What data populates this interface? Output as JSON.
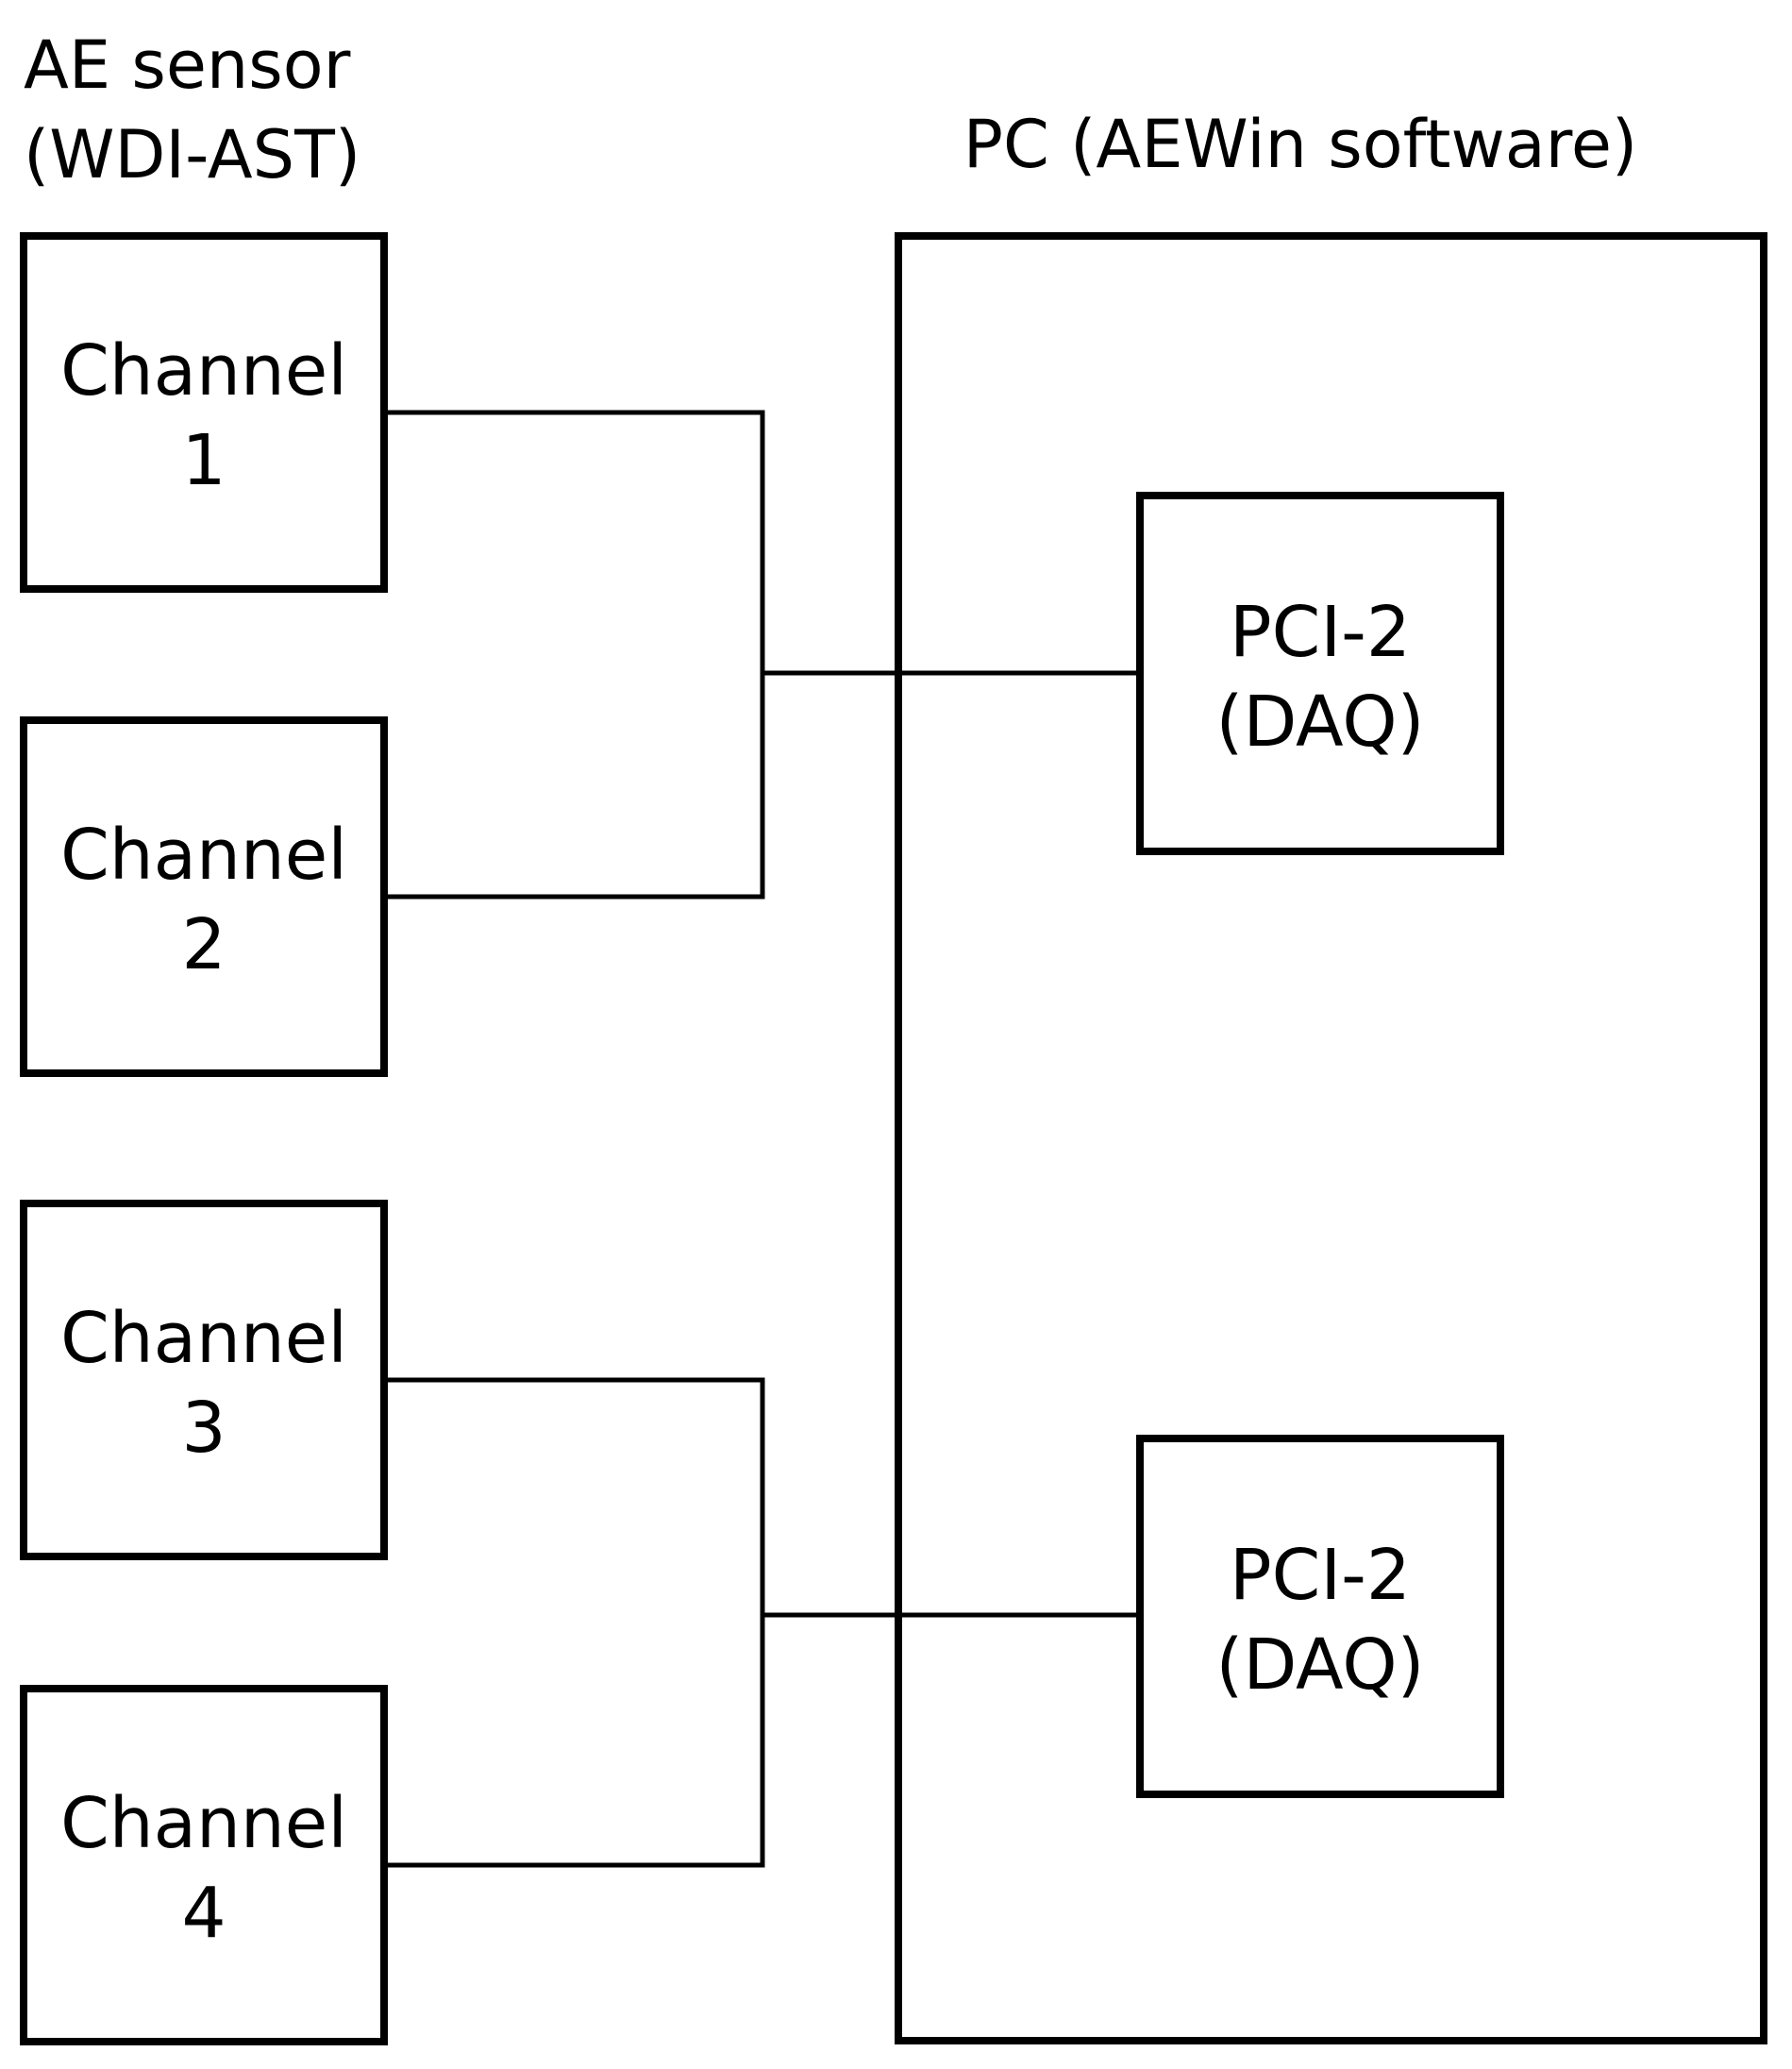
{
  "sensor_group": {
    "title_line1": "AE sensor",
    "title_line2": "(WDI-AST)"
  },
  "pc": {
    "title": "PC (AEWin software)"
  },
  "channels": [
    {
      "line1": "Channel",
      "line2": "1"
    },
    {
      "line1": "Channel",
      "line2": "2"
    },
    {
      "line1": "Channel",
      "line2": "3"
    },
    {
      "line1": "Channel",
      "line2": "4"
    }
  ],
  "daq_boards": [
    {
      "line1": "PCI-2",
      "line2": "(DAQ)"
    },
    {
      "line1": "PCI-2",
      "line2": "(DAQ)"
    }
  ],
  "colors": {
    "stroke": "#000000",
    "background": "#ffffff"
  }
}
